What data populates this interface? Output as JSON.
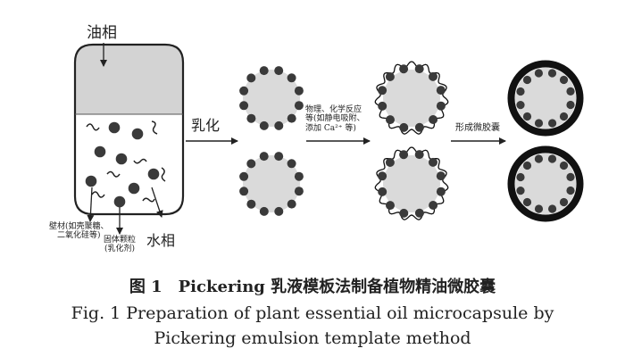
{
  "labels": {
    "oil_phase": "油相",
    "water_phase": "水相",
    "wall_material": [
      "壁材(如壳聚糖、",
      "二氧化硅等)"
    ],
    "solid_particle": [
      "固体颗粒",
      "(乳化剂)"
    ],
    "emulsify": "乳化",
    "reaction": [
      "物理、化学反应",
      "等(如静电吸附、",
      "添加 Ca²⁺ 等)"
    ],
    "form_capsule": "形成微胶囊"
  },
  "caption": {
    "cn": "图 1　Pickering 乳液模板法制备植物精油微胶囊",
    "en_line1": "Fig. 1 Preparation of plant essential oil microcapsule by",
    "en_line2": "Pickering emulsion template method"
  },
  "colors": {
    "ink": "#222222",
    "oil_fill": "#d3d3d3",
    "droplet_fill": "#dadada",
    "particle": "#3a3a3a",
    "shell": "#111111"
  }
}
